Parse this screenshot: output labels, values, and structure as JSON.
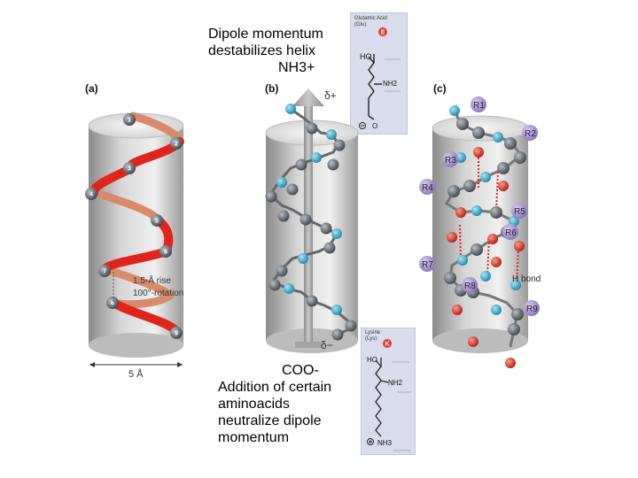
{
  "captions": {
    "top": [
      "Dipole momentum",
      "destabilizes helix",
      "NH3+"
    ],
    "bottom": [
      "COO-",
      "Addition of certain",
      "aminoacids",
      "neutralize dipole",
      "momentum"
    ]
  },
  "panels": {
    "a": "(a)",
    "b": "(b)",
    "c": "(c)"
  },
  "panel_a": {
    "residues": [
      "1",
      "2",
      "3",
      "4",
      "5",
      "6",
      "7",
      "8",
      "9"
    ],
    "rise": "1.5-Å rise",
    "rotation": "100°-rotation",
    "diameter": "5 Å"
  },
  "panel_b": {
    "plus": "δ+",
    "minus": "δ−"
  },
  "panel_c": {
    "r_labels": [
      "R1",
      "R2",
      "R3",
      "R4",
      "R5",
      "R6",
      "R7",
      "R8",
      "R9"
    ],
    "hbond": "H bond"
  },
  "glutamic": {
    "title": "Glutamic Acid",
    "abbr": "(Glu)",
    "letter": "E",
    "ho": "HO",
    "nh2": "NH2",
    "o_minus": "O"
  },
  "lysine": {
    "title": "Lysine",
    "abbr": "(Lys)",
    "letter": "K",
    "ho": "HO",
    "nh2": "NH2",
    "nh3": "NH3"
  },
  "colors": {
    "helix_red": "#e0231b",
    "helix_back": "#d98a6a",
    "carbon": "#555b63",
    "nitrogen": "#2aa3c6",
    "oxygen": "#d9281c",
    "r_group": "#9d86c8",
    "card_bg": "#d8dcec",
    "badge_red": "#e03b2c"
  }
}
